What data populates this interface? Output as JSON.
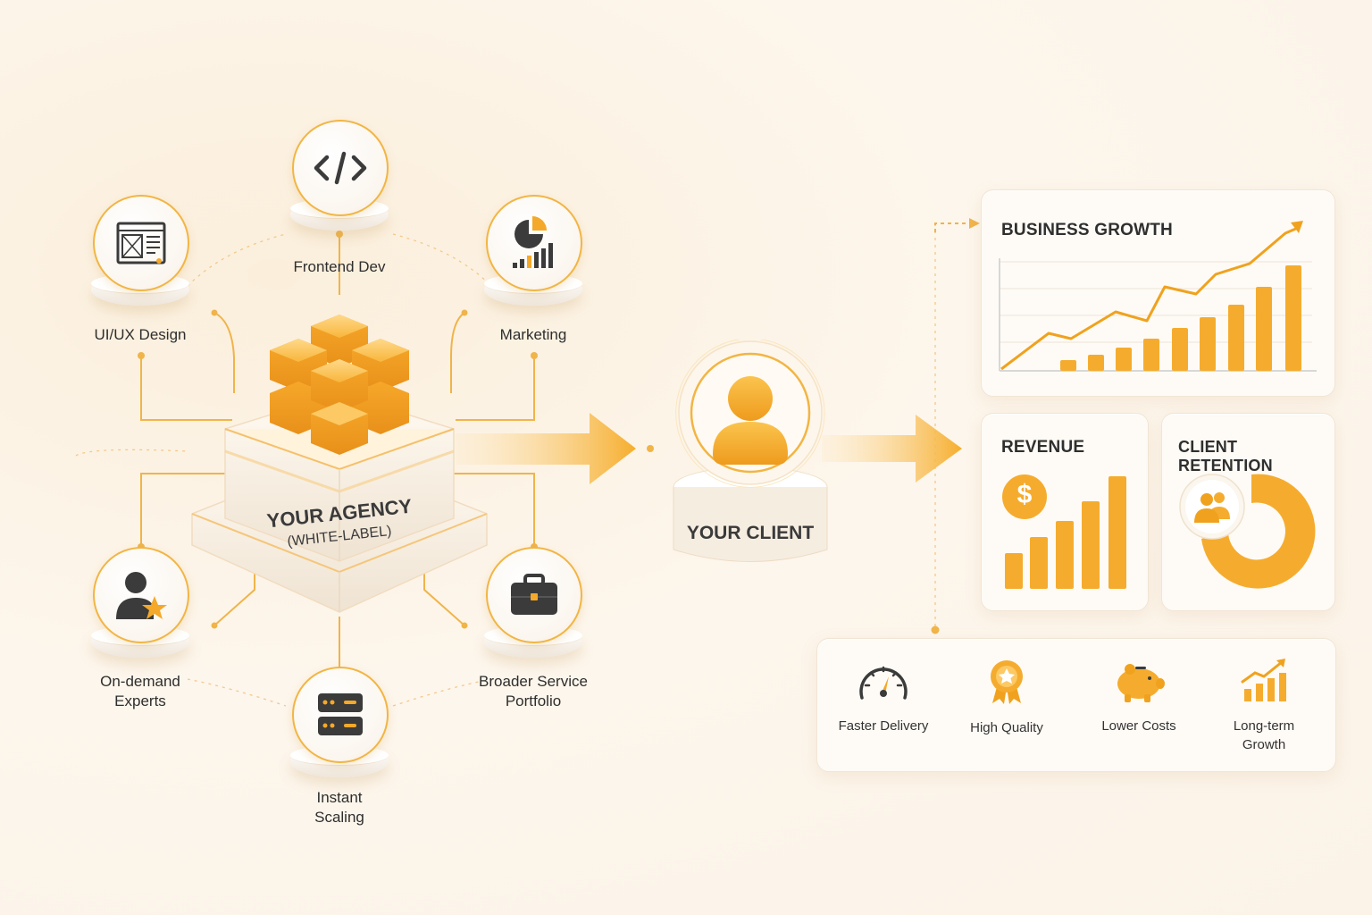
{
  "services": [
    {
      "id": "frontend",
      "label": "Frontend Dev",
      "icon": "code-icon"
    },
    {
      "id": "uiux",
      "label": "UI/UX Design",
      "icon": "wireframe-icon"
    },
    {
      "id": "marketing",
      "label": "Marketing",
      "icon": "chart-pie-bars-icon"
    },
    {
      "id": "experts",
      "label": "On-demand\nExperts",
      "icon": "user-star-icon"
    },
    {
      "id": "portfolio",
      "label": "Broader Service\nPortfolio",
      "icon": "briefcase-icon"
    },
    {
      "id": "scaling",
      "label": "Instant\nScaling",
      "icon": "server-icon"
    }
  ],
  "agency": {
    "title": "YOUR AGENCY",
    "subtitle": "(WHITE-LABEL)"
  },
  "client": {
    "title": "YOUR CLIENT"
  },
  "cards": {
    "growth": {
      "title": "BUSINESS GROWTH"
    },
    "revenue": {
      "title": "REVENUE",
      "symbol": "$"
    },
    "retention": {
      "title": "CLIENT RETENTION"
    }
  },
  "benefits": [
    {
      "label": "Faster Delivery",
      "icon": "speedometer-icon"
    },
    {
      "label": "High Quality",
      "icon": "award-ribbon-icon"
    },
    {
      "label": "Lower Costs",
      "icon": "piggy-bank-icon"
    },
    {
      "label": "Long-term\nGrowth",
      "icon": "growth-chart-icon"
    }
  ],
  "colors": {
    "accent": "#f4a92a",
    "accent_light": "#fcd58a",
    "dark_icon": "#3b3b3b",
    "border": "#f2b543"
  }
}
